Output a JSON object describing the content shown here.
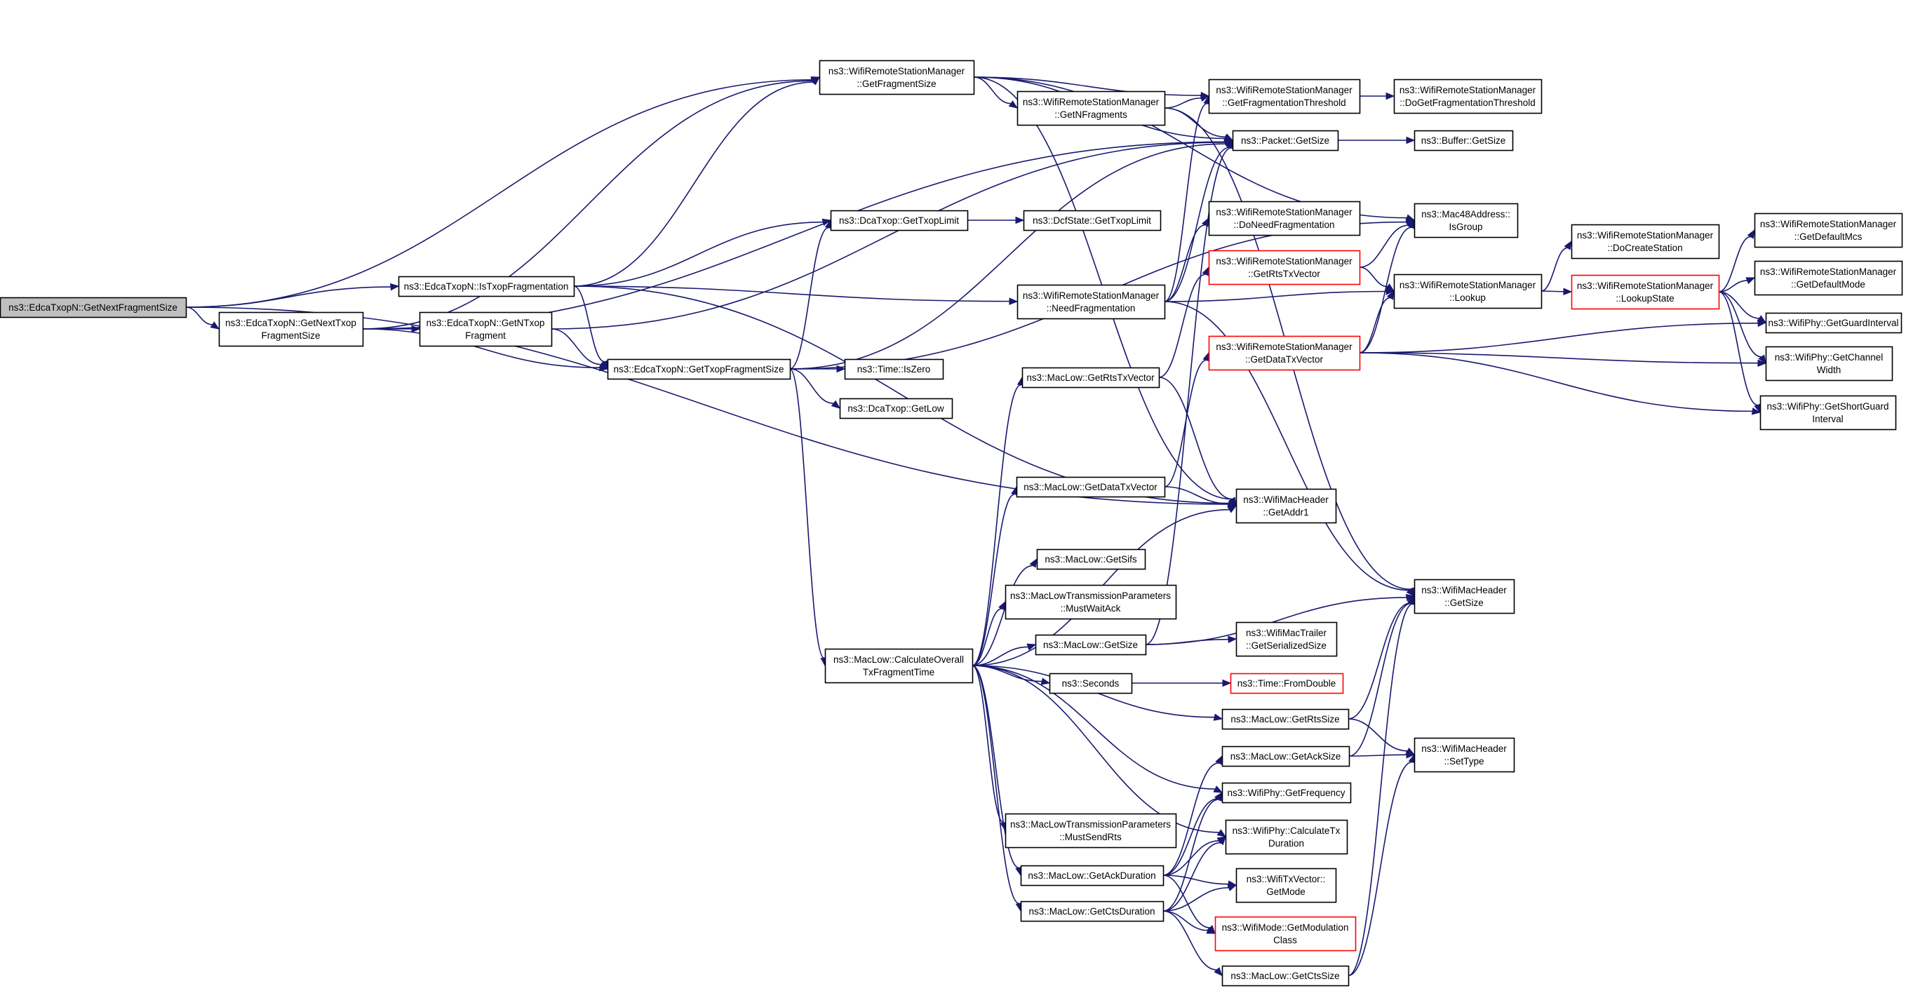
{
  "colors": {
    "edge": "#191970",
    "node_border": "#000000",
    "red_border": "#ff0000",
    "root_fill": "#bfbfbf"
  },
  "nodes": [
    {
      "id": "root",
      "lines": [
        "ns3::EdcaTxopN::GetNextFragmentSize"
      ],
      "root": true
    },
    {
      "id": "n_getnexttxop",
      "lines": [
        "ns3::EdcaTxopN::GetNextTxop",
        "FragmentSize"
      ]
    },
    {
      "id": "n_istxopfrag",
      "lines": [
        "ns3::EdcaTxopN::IsTxopFragmentation"
      ]
    },
    {
      "id": "n_getntxop",
      "lines": [
        "ns3::EdcaTxopN::GetNTxop",
        "Fragment"
      ]
    },
    {
      "id": "n_gettxopfragsize",
      "lines": [
        "ns3::EdcaTxopN::GetTxopFragmentSize"
      ]
    },
    {
      "id": "n_wrsm_getfragsize",
      "lines": [
        "ns3::WifiRemoteStationManager",
        "::GetFragmentSize"
      ]
    },
    {
      "id": "n_dcatxop_gettxoplimit",
      "lines": [
        "ns3::DcaTxop::GetTxopLimit"
      ]
    },
    {
      "id": "n_dcfstate_gettxoplimit",
      "lines": [
        "ns3::DcfState::GetTxopLimit"
      ]
    },
    {
      "id": "n_time_iszero",
      "lines": [
        "ns3::Time::IsZero"
      ]
    },
    {
      "id": "n_dcatxop_getlow",
      "lines": [
        "ns3::DcaTxop::GetLow"
      ]
    },
    {
      "id": "n_wrsm_getnfrag",
      "lines": [
        "ns3::WifiRemoteStationManager",
        "::GetNFragments"
      ]
    },
    {
      "id": "n_wrsm_needfrag",
      "lines": [
        "ns3::WifiRemoteStationManager",
        "::NeedFragmentation"
      ]
    },
    {
      "id": "n_wrsm_getfragthresh",
      "lines": [
        "ns3::WifiRemoteStationManager",
        "::GetFragmentationThreshold"
      ]
    },
    {
      "id": "n_wrsm_dogetfragthresh",
      "lines": [
        "ns3::WifiRemoteStationManager",
        "::DoGetFragmentationThreshold"
      ]
    },
    {
      "id": "n_packet_getsize",
      "lines": [
        "ns3::Packet::GetSize"
      ]
    },
    {
      "id": "n_buffer_getsize",
      "lines": [
        "ns3::Buffer::GetSize"
      ]
    },
    {
      "id": "n_wrsm_doneedfrag",
      "lines": [
        "ns3::WifiRemoteStationManager",
        "::DoNeedFragmentation"
      ]
    },
    {
      "id": "n_wrsm_getrtstxvector",
      "lines": [
        "ns3::WifiRemoteStationManager",
        "::GetRtsTxVector"
      ],
      "red": true
    },
    {
      "id": "n_wrsm_getdatatxvector",
      "lines": [
        "ns3::WifiRemoteStationManager",
        "::GetDataTxVector"
      ],
      "red": true
    },
    {
      "id": "n_mac48_isgroup",
      "lines": [
        "ns3::Mac48Address::",
        "IsGroup"
      ]
    },
    {
      "id": "n_wrsm_lookup",
      "lines": [
        "ns3::WifiRemoteStationManager",
        "::Lookup"
      ]
    },
    {
      "id": "n_wrsm_docreatestation",
      "lines": [
        "ns3::WifiRemoteStationManager",
        "::DoCreateStation"
      ]
    },
    {
      "id": "n_wrsm_lookupstate",
      "lines": [
        "ns3::WifiRemoteStationManager",
        "::LookupState"
      ],
      "red": true
    },
    {
      "id": "n_wrsm_getdefaultmcs",
      "lines": [
        "ns3::WifiRemoteStationManager",
        "::GetDefaultMcs"
      ]
    },
    {
      "id": "n_wrsm_getdefaultmode",
      "lines": [
        "ns3::WifiRemoteStationManager",
        "::GetDefaultMode"
      ]
    },
    {
      "id": "n_wifiphy_getguardinterval",
      "lines": [
        "ns3::WifiPhy::GetGuardInterval"
      ]
    },
    {
      "id": "n_wifiphy_getchannelwidth",
      "lines": [
        "ns3::WifiPhy::GetChannel",
        "Width"
      ]
    },
    {
      "id": "n_wifiphy_getshortguard",
      "lines": [
        "ns3::WifiPhy::GetShortGuard",
        "Interval"
      ]
    },
    {
      "id": "n_maclow_getrtstxvector",
      "lines": [
        "ns3::MacLow::GetRtsTxVector"
      ]
    },
    {
      "id": "n_maclow_getdatatxvector",
      "lines": [
        "ns3::MacLow::GetDataTxVector"
      ]
    },
    {
      "id": "n_wifimacheader_getaddr1",
      "lines": [
        "ns3::WifiMacHeader",
        "::GetAddr1"
      ]
    },
    {
      "id": "n_maclow_getsifs",
      "lines": [
        "ns3::MacLow::GetSifs"
      ]
    },
    {
      "id": "n_mltp_mustwaitack",
      "lines": [
        "ns3::MacLowTransmissionParameters",
        "::MustWaitAck"
      ]
    },
    {
      "id": "n_maclow_calcoverall",
      "lines": [
        "ns3::MacLow::CalculateOverall",
        "TxFragmentTime"
      ]
    },
    {
      "id": "n_maclow_getsize",
      "lines": [
        "ns3::MacLow::GetSize"
      ]
    },
    {
      "id": "n_wifimactrailer_getser",
      "lines": [
        "ns3::WifiMacTrailer",
        "::GetSerializedSize"
      ]
    },
    {
      "id": "n_seconds",
      "lines": [
        "ns3::Seconds"
      ]
    },
    {
      "id": "n_time_fromdouble",
      "lines": [
        "ns3::Time::FromDouble"
      ],
      "red": true
    },
    {
      "id": "n_wifimacheader_getsize",
      "lines": [
        "ns3::WifiMacHeader",
        "::GetSize"
      ]
    },
    {
      "id": "n_maclow_getrtssize",
      "lines": [
        "ns3::MacLow::GetRtsSize"
      ]
    },
    {
      "id": "n_maclow_getacksize",
      "lines": [
        "ns3::MacLow::GetAckSize"
      ]
    },
    {
      "id": "n_wifimacheader_settype",
      "lines": [
        "ns3::WifiMacHeader",
        "::SetType"
      ]
    },
    {
      "id": "n_wifiphy_getfrequency",
      "lines": [
        "ns3::WifiPhy::GetFrequency"
      ]
    },
    {
      "id": "n_mltp_mustsendrts",
      "lines": [
        "ns3::MacLowTransmissionParameters",
        "::MustSendRts"
      ]
    },
    {
      "id": "n_wifiphy_calctxduration",
      "lines": [
        "ns3::WifiPhy::CalculateTx",
        "Duration"
      ]
    },
    {
      "id": "n_maclow_getackduration",
      "lines": [
        "ns3::MacLow::GetAckDuration"
      ]
    },
    {
      "id": "n_wifitxvector_getmode",
      "lines": [
        "ns3::WifiTxVector::",
        "GetMode"
      ]
    },
    {
      "id": "n_maclow_getctsduration",
      "lines": [
        "ns3::MacLow::GetCtsDuration"
      ]
    },
    {
      "id": "n_wifimode_getmodclass",
      "lines": [
        "ns3::WifiMode::GetModulation",
        "Class"
      ],
      "red": true
    },
    {
      "id": "n_maclow_getctssize",
      "lines": [
        "ns3::MacLow::GetCtsSize"
      ]
    }
  ],
  "edges": [
    [
      "root",
      "n_getnexttxop"
    ],
    [
      "root",
      "n_istxopfrag"
    ],
    [
      "root",
      "n_wrsm_getfragsize"
    ],
    [
      "root",
      "n_wifimacheader_getaddr1"
    ],
    [
      "n_getnexttxop",
      "n_getntxop"
    ],
    [
      "n_getnexttxop",
      "n_gettxopfragsize"
    ],
    [
      "n_getnexttxop",
      "n_wrsm_getfragsize"
    ],
    [
      "n_getnexttxop",
      "n_packet_getsize"
    ],
    [
      "n_istxopfrag",
      "n_gettxopfragsize"
    ],
    [
      "n_istxopfrag",
      "n_dcatxop_gettxoplimit"
    ],
    [
      "n_istxopfrag",
      "n_wrsm_needfrag"
    ],
    [
      "n_istxopfrag",
      "n_wifimacheader_getaddr1"
    ],
    [
      "n_istxopfrag",
      "n_wrsm_getfragsize"
    ],
    [
      "n_getntxop",
      "n_gettxopfragsize"
    ],
    [
      "n_getntxop",
      "n_packet_getsize"
    ],
    [
      "n_gettxopfragsize",
      "n_time_iszero"
    ],
    [
      "n_gettxopfragsize",
      "n_dcatxop_getlow"
    ],
    [
      "n_gettxopfragsize",
      "n_dcatxop_gettxoplimit"
    ],
    [
      "n_gettxopfragsize",
      "n_maclow_calcoverall"
    ],
    [
      "n_gettxopfragsize",
      "n_packet_getsize"
    ],
    [
      "n_gettxopfragsize",
      "n_mac48_isgroup"
    ],
    [
      "n_dcatxop_gettxoplimit",
      "n_dcfstate_gettxoplimit"
    ],
    [
      "n_wrsm_getfragsize",
      "n_wrsm_getnfrag"
    ],
    [
      "n_wrsm_getfragsize",
      "n_wrsm_getfragthresh"
    ],
    [
      "n_wrsm_getfragsize",
      "n_packet_getsize"
    ],
    [
      "n_wrsm_getfragsize",
      "n_mac48_isgroup"
    ],
    [
      "n_wrsm_getfragsize",
      "n_wifimacheader_getaddr1"
    ],
    [
      "n_wrsm_getnfrag",
      "n_wrsm_getfragthresh"
    ],
    [
      "n_wrsm_getnfrag",
      "n_packet_getsize"
    ],
    [
      "n_wrsm_getnfrag",
      "n_wifimacheader_getsize"
    ],
    [
      "n_wrsm_getfragthresh",
      "n_wrsm_dogetfragthresh"
    ],
    [
      "n_packet_getsize",
      "n_buffer_getsize"
    ],
    [
      "n_wrsm_needfrag",
      "n_wrsm_doneedfrag"
    ],
    [
      "n_wrsm_needfrag",
      "n_wrsm_lookup"
    ],
    [
      "n_wrsm_needfrag",
      "n_packet_getsize"
    ],
    [
      "n_wrsm_needfrag",
      "n_wrsm_getfragthresh"
    ],
    [
      "n_wrsm_needfrag",
      "n_wifimacheader_getsize"
    ],
    [
      "n_wrsm_getrtstxvector",
      "n_mac48_isgroup"
    ],
    [
      "n_wrsm_getrtstxvector",
      "n_wrsm_lookup"
    ],
    [
      "n_wrsm_getdatatxvector",
      "n_mac48_isgroup"
    ],
    [
      "n_wrsm_getdatatxvector",
      "n_wrsm_lookup"
    ],
    [
      "n_wrsm_getdatatxvector",
      "n_wifiphy_getguardinterval"
    ],
    [
      "n_wrsm_getdatatxvector",
      "n_wifiphy_getchannelwidth"
    ],
    [
      "n_wrsm_getdatatxvector",
      "n_wifiphy_getshortguard"
    ],
    [
      "n_wrsm_lookup",
      "n_wrsm_docreatestation"
    ],
    [
      "n_wrsm_lookup",
      "n_wrsm_lookupstate"
    ],
    [
      "n_wrsm_lookupstate",
      "n_wrsm_getdefaultmcs"
    ],
    [
      "n_wrsm_lookupstate",
      "n_wrsm_getdefaultmode"
    ],
    [
      "n_wrsm_lookupstate",
      "n_wifiphy_getguardinterval"
    ],
    [
      "n_wrsm_lookupstate",
      "n_wifiphy_getchannelwidth"
    ],
    [
      "n_wrsm_lookupstate",
      "n_wifiphy_getshortguard"
    ],
    [
      "n_maclow_calcoverall",
      "n_maclow_getrtstxvector"
    ],
    [
      "n_maclow_calcoverall",
      "n_maclow_getdatatxvector"
    ],
    [
      "n_maclow_calcoverall",
      "n_wifimacheader_getaddr1"
    ],
    [
      "n_maclow_calcoverall",
      "n_maclow_getsifs"
    ],
    [
      "n_maclow_calcoverall",
      "n_mltp_mustwaitack"
    ],
    [
      "n_maclow_calcoverall",
      "n_maclow_getsize"
    ],
    [
      "n_maclow_calcoverall",
      "n_seconds"
    ],
    [
      "n_maclow_calcoverall",
      "n_maclow_getrtssize"
    ],
    [
      "n_maclow_calcoverall",
      "n_wifiphy_getfrequency"
    ],
    [
      "n_maclow_calcoverall",
      "n_mltp_mustsendrts"
    ],
    [
      "n_maclow_calcoverall",
      "n_wifiphy_calctxduration"
    ],
    [
      "n_maclow_calcoverall",
      "n_maclow_getackduration"
    ],
    [
      "n_maclow_calcoverall",
      "n_maclow_getctsduration"
    ],
    [
      "n_maclow_getrtstxvector",
      "n_wrsm_getrtstxvector"
    ],
    [
      "n_maclow_getrtstxvector",
      "n_wifimacheader_getaddr1"
    ],
    [
      "n_maclow_getdatatxvector",
      "n_wrsm_getdatatxvector"
    ],
    [
      "n_maclow_getdatatxvector",
      "n_wifimacheader_getaddr1"
    ],
    [
      "n_maclow_getsize",
      "n_wifimacheader_getsize"
    ],
    [
      "n_maclow_getsize",
      "n_wifimactrailer_getser"
    ],
    [
      "n_maclow_getsize",
      "n_packet_getsize"
    ],
    [
      "n_seconds",
      "n_time_fromdouble"
    ],
    [
      "n_maclow_getrtssize",
      "n_wifimacheader_getsize"
    ],
    [
      "n_maclow_getrtssize",
      "n_wifimacheader_settype"
    ],
    [
      "n_maclow_getacksize",
      "n_wifimacheader_getsize"
    ],
    [
      "n_maclow_getacksize",
      "n_wifimacheader_settype"
    ],
    [
      "n_maclow_getackduration",
      "n_maclow_getacksize"
    ],
    [
      "n_maclow_getackduration",
      "n_wifiphy_getfrequency"
    ],
    [
      "n_maclow_getackduration",
      "n_wifiphy_calctxduration"
    ],
    [
      "n_maclow_getackduration",
      "n_wifitxvector_getmode"
    ],
    [
      "n_maclow_getackduration",
      "n_wifimode_getmodclass"
    ],
    [
      "n_maclow_getctsduration",
      "n_maclow_getctssize"
    ],
    [
      "n_maclow_getctsduration",
      "n_wifiphy_getfrequency"
    ],
    [
      "n_maclow_getctsduration",
      "n_wifiphy_calctxduration"
    ],
    [
      "n_maclow_getctsduration",
      "n_wifitxvector_getmode"
    ],
    [
      "n_maclow_getctsduration",
      "n_wifimode_getmodclass"
    ],
    [
      "n_maclow_getctssize",
      "n_wifimacheader_getsize"
    ],
    [
      "n_maclow_getctssize",
      "n_wifimacheader_settype"
    ]
  ]
}
